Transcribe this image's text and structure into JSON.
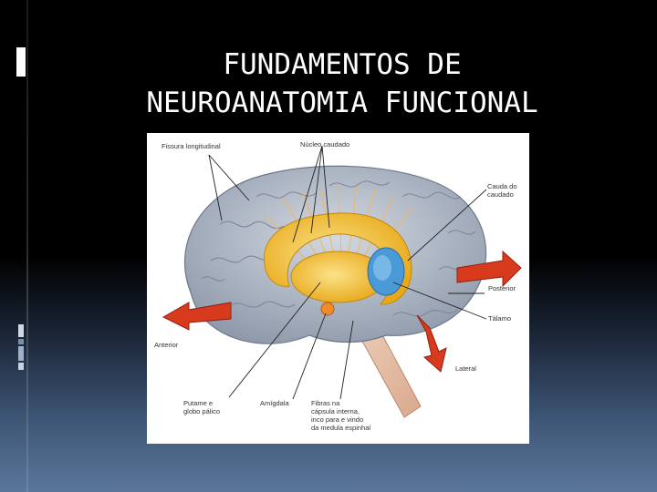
{
  "slide": {
    "title_line1": "FUNDAMENTOS DE",
    "title_line2": "NEUROANATOMIA FUNCIONAL"
  },
  "figure": {
    "labels": {
      "fissura": "Fissura longitudinal",
      "nucleo": "Núcleo caudado",
      "cauda": "Cauda do\ncaudado",
      "posterior": "Posterior",
      "talamo": "Tálamo",
      "lateral": "Lateral",
      "anterior": "Anterior",
      "putame": "Putame e\nglobo pálico",
      "amigdala": "Amígdala",
      "fibras": "Fibras na\ncápsula interna,\ninco para e vindo\nda medula espinhal"
    }
  },
  "colors": {
    "background_top": "#000000",
    "background_bottom": "#5a769a",
    "title_text": "#ffffff",
    "brain_gray": "#a9b3c2",
    "striatum_yellow": "#f2c230",
    "thalamus_blue": "#4a9ad8",
    "arrow_red": "#d83a1e"
  }
}
